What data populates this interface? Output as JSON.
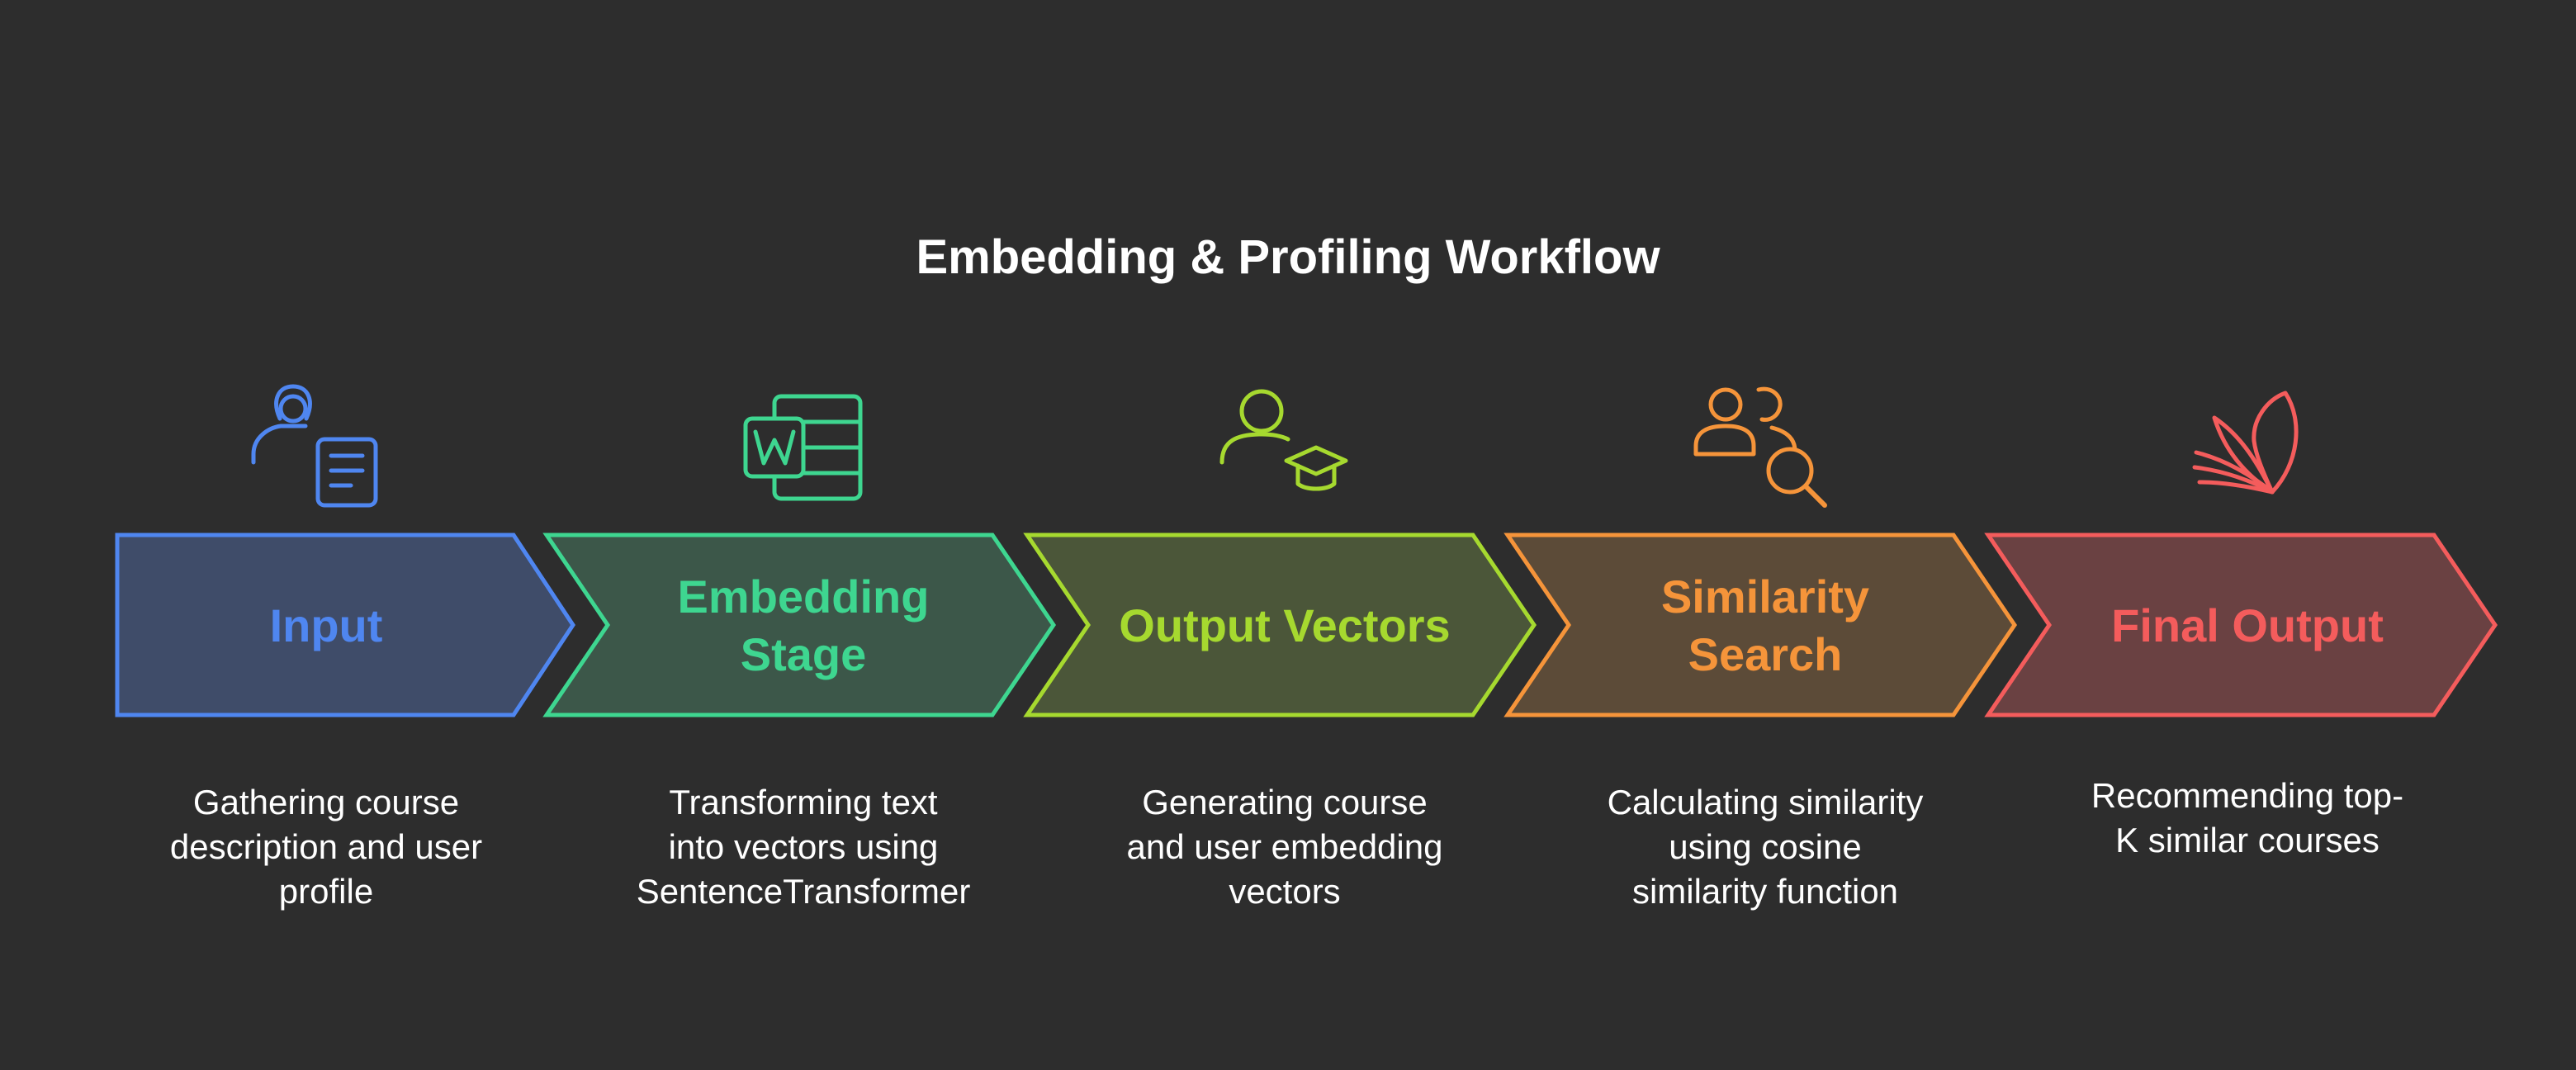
{
  "title": "Embedding & Profiling Workflow",
  "steps": [
    {
      "label_lines": [
        "Input"
      ],
      "description": "Gathering course\ndescription and user\nprofile",
      "color": "#4f86f0",
      "fill": "#3f4c69",
      "icon": "user-document-icon"
    },
    {
      "label_lines": [
        "Embedding",
        "Stage"
      ],
      "description": "Transforming text\ninto vectors using\nSentenceTransformer",
      "color": "#3ed690",
      "fill": "#3c5749",
      "icon": "word-document-icon"
    },
    {
      "label_lines": [
        "Output Vectors"
      ],
      "description": "Generating course\nand user embedding\nvectors",
      "color": "#a6d92f",
      "fill": "#4b5639",
      "icon": "graduate-user-icon"
    },
    {
      "label_lines": [
        "Similarity",
        "Search"
      ],
      "description": "Calculating similarity\nusing cosine\nsimilarity function",
      "color": "#f5943a",
      "fill": "#5c4b38",
      "icon": "users-search-icon"
    },
    {
      "label_lines": [
        "Final Output"
      ],
      "description": "Recommending top-\nK similar courses",
      "color": "#f45c5c",
      "fill": "#6a4142",
      "icon": "book-pages-icon"
    }
  ]
}
